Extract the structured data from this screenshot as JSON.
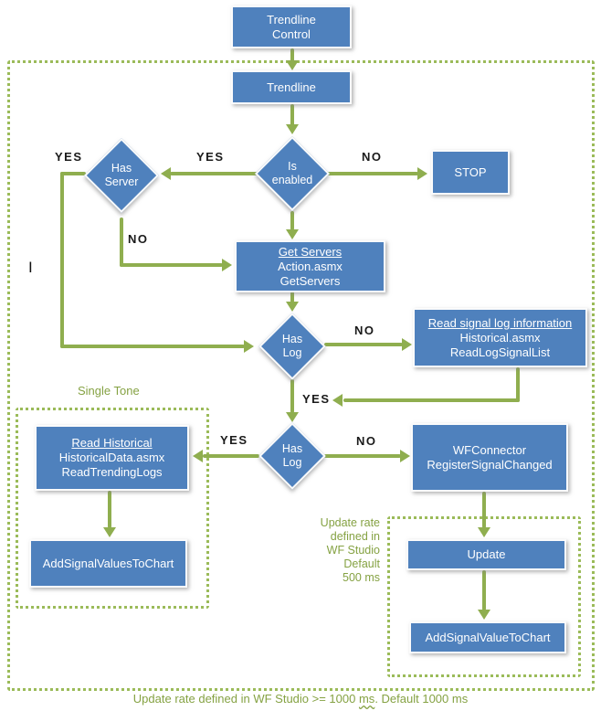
{
  "colors": {
    "node_fill": "#4f81bd",
    "node_text": "#ffffff",
    "arrow_green": "#8fae4f",
    "dashed_border_green": "#9bbb59",
    "note_text_green": "#85a243",
    "edge_label_black": "#1a1a1a"
  },
  "nodes": {
    "trendline_control": {
      "line1": "Trendline",
      "line2": "Control"
    },
    "trendline": {
      "line1": "Trendline"
    },
    "stop": {
      "line1": "STOP"
    },
    "get_servers": {
      "title": "Get Servers",
      "line1": "Action.asmx",
      "line2": "GetServers"
    },
    "read_signal_log": {
      "title": "Read signal log information",
      "line1": "Historical.asmx",
      "line2": "ReadLogSignalList"
    },
    "read_historical": {
      "title": "Read Historical",
      "line1": "HistoricalData.asmx",
      "line2": "ReadTrendingLogs"
    },
    "wf_connector": {
      "line1": "WFConnector",
      "line2": "RegisterSignalChanged"
    },
    "add_signal_values_to_chart": {
      "line1": "AddSignalValuesToChart"
    },
    "update": {
      "line1": "Update"
    },
    "add_signal_value_to_chart": {
      "line1": "AddSignalValueToChart"
    }
  },
  "decisions": {
    "has_server": {
      "line1": "Has",
      "line2": "Server"
    },
    "is_enabled": {
      "line1": "Is",
      "line2": "enabled"
    },
    "has_log_top": {
      "line1": "Has",
      "line2": "Log"
    },
    "has_log_bottom": {
      "line1": "Has",
      "line2": "Log"
    }
  },
  "edge_labels": {
    "has_server_yes": "YES",
    "is_enabled_yes": "YES",
    "is_enabled_no": "NO",
    "has_server_no": "NO",
    "has_log_top_no": "NO",
    "has_log_top_yes": "YES",
    "has_log_bottom_yes": "YES",
    "has_log_bottom_no": "NO"
  },
  "annotations": {
    "single_tone": "Single Tone",
    "stray_character": "I",
    "update_rate_side_line1": "Update rate",
    "update_rate_side_line2": "defined in",
    "update_rate_side_line3": "WF Studio",
    "update_rate_side_line4": "Default",
    "update_rate_side_line5": "500 ms",
    "bottom_note_prefix": "Update rate defined in WF Studio >= 1000 ",
    "bottom_note_squiggle": "ms",
    "bottom_note_suffix": ". Default 1000 ms"
  }
}
